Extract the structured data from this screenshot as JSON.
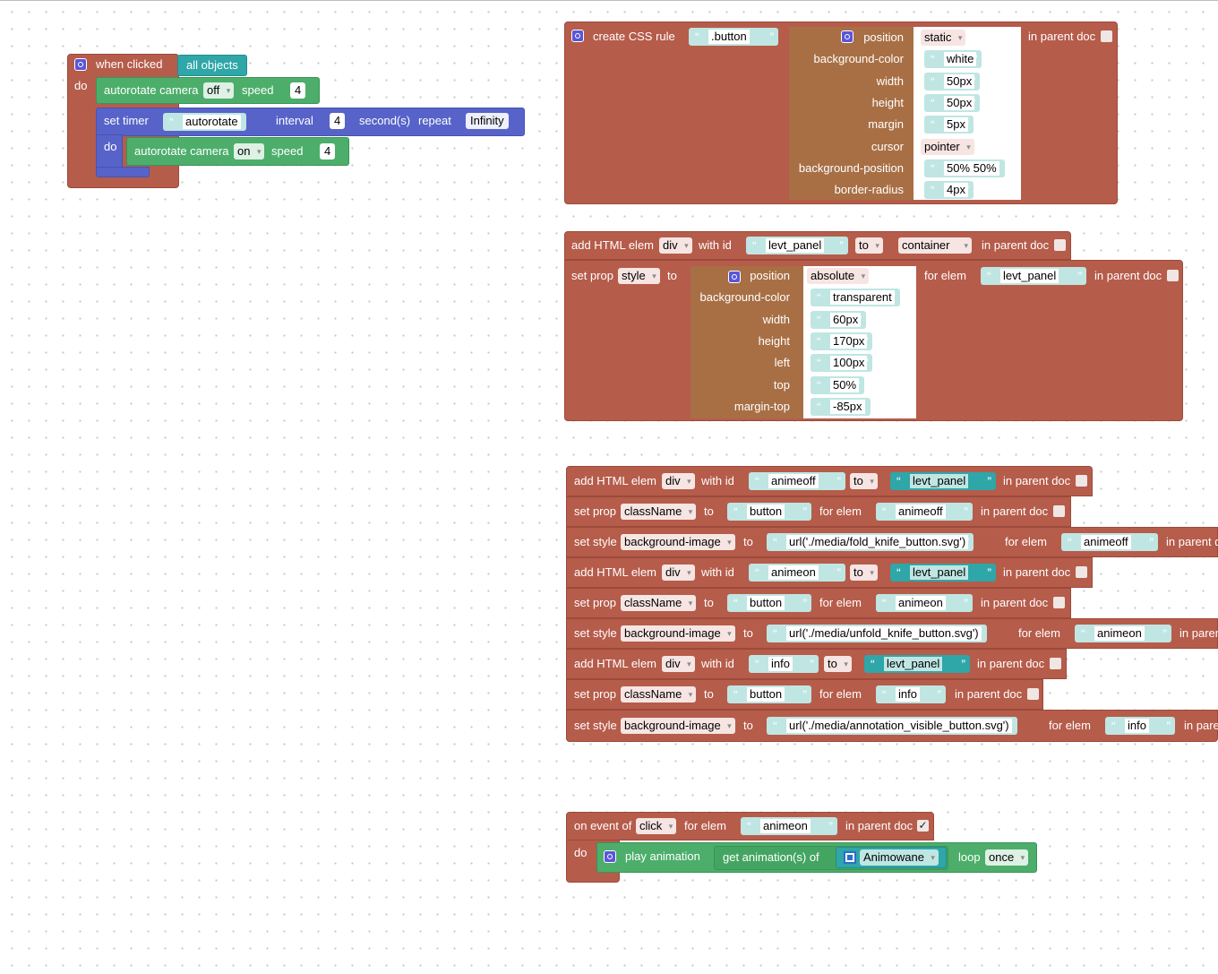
{
  "blocks": {
    "when_clicked": {
      "title": "when clicked",
      "target": "all objects",
      "do": "do",
      "rotate1": {
        "label": "autorotate camera",
        "state": "off",
        "speed_label": "speed",
        "speed": "4"
      },
      "timer": {
        "label": "set timer",
        "name": "autorotate",
        "interval_label": "interval",
        "interval": "4",
        "seconds_label": "second(s)",
        "repeat_label": "repeat",
        "repeat": "Infinity",
        "do": "do"
      },
      "rotate2": {
        "label": "autorotate camera",
        "state": "on",
        "speed_label": "speed",
        "speed": "4"
      }
    },
    "css_rule": {
      "label": "create CSS rule",
      "selector": ".button",
      "in_parent_doc": "in parent doc",
      "props": [
        {
          "name": "position",
          "value": "static",
          "kind": "dropdown"
        },
        {
          "name": "background-color",
          "value": "white",
          "kind": "string"
        },
        {
          "name": "width",
          "value": "50px",
          "kind": "string"
        },
        {
          "name": "height",
          "value": "50px",
          "kind": "string"
        },
        {
          "name": "margin",
          "value": "5px",
          "kind": "string"
        },
        {
          "name": "cursor",
          "value": "pointer",
          "kind": "dropdown"
        },
        {
          "name": "background-position",
          "value": "50% 50%",
          "kind": "string"
        },
        {
          "name": "border-radius",
          "value": "4px",
          "kind": "string"
        }
      ]
    },
    "panel": {
      "add": {
        "label": "add HTML elem",
        "tag": "div",
        "with_id": "with id",
        "id": "levt_panel",
        "to": "to",
        "parent": "container",
        "in_parent_doc": "in parent doc"
      },
      "setprop": {
        "label": "set prop",
        "prop": "style",
        "to": "to",
        "for_elem": "for elem",
        "elem": "levt_panel",
        "in_parent_doc": "in parent doc",
        "props": [
          {
            "name": "position",
            "value": "absolute",
            "kind": "dropdown"
          },
          {
            "name": "background-color",
            "value": "transparent",
            "kind": "string"
          },
          {
            "name": "width",
            "value": "60px",
            "kind": "string"
          },
          {
            "name": "height",
            "value": "170px",
            "kind": "string"
          },
          {
            "name": "left",
            "value": "100px",
            "kind": "string"
          },
          {
            "name": "top",
            "value": "50%",
            "kind": "string"
          },
          {
            "name": "margin-top",
            "value": "-85px",
            "kind": "string"
          }
        ]
      }
    },
    "buttons": {
      "r0": {
        "label": "add HTML elem",
        "tag": "div",
        "with_id": "with id",
        "id": "animeoff",
        "to": "to",
        "parent": "levt_panel",
        "in_parent_doc": "in parent doc"
      },
      "r1": {
        "label": "set prop",
        "prop": "className",
        "to": "to",
        "value": "button",
        "for_elem": "for elem",
        "elem": "animeoff",
        "in_parent_doc": "in parent doc"
      },
      "r2": {
        "label": "set style",
        "prop": "background-image",
        "to": "to",
        "value": "url('./media/fold_knife_button.svg')",
        "for_elem": "for elem",
        "elem": "animeoff",
        "in_parent_doc": "in parent doc"
      },
      "r3": {
        "label": "add HTML elem",
        "tag": "div",
        "with_id": "with id",
        "id": "animeon",
        "to": "to",
        "parent": "levt_panel",
        "in_parent_doc": "in parent doc"
      },
      "r4": {
        "label": "set prop",
        "prop": "className",
        "to": "to",
        "value": "button",
        "for_elem": "for elem",
        "elem": "animeon",
        "in_parent_doc": "in parent doc"
      },
      "r5": {
        "label": "set style",
        "prop": "background-image",
        "to": "to",
        "value": "url('./media/unfold_knife_button.svg')",
        "for_elem": "for elem",
        "elem": "animeon",
        "in_parent_doc": "in parent doc"
      },
      "r6": {
        "label": "add HTML elem",
        "tag": "div",
        "with_id": "with id",
        "id": "info",
        "to": "to",
        "parent": "levt_panel",
        "in_parent_doc": "in parent doc"
      },
      "r7": {
        "label": "set prop",
        "prop": "className",
        "to": "to",
        "value": "button",
        "for_elem": "for elem",
        "elem": "info",
        "in_parent_doc": "in parent doc"
      },
      "r8": {
        "label": "set style",
        "prop": "background-image",
        "to": "to",
        "value": "url('./media/annotation_visible_button.svg')",
        "for_elem": "for elem",
        "elem": "info",
        "in_parent_doc": "in parent doc"
      }
    },
    "event": {
      "label": "on event of",
      "event": "click",
      "for_elem": "for elem",
      "elem": "animeon",
      "in_parent_doc": "in parent doc",
      "checked": "✓",
      "do": "do",
      "play": "play animation",
      "get": "get animation(s) of",
      "object": "Animowane",
      "loop_label": "loop",
      "loop": "once"
    }
  },
  "colors": {
    "brick": "#b65c4b",
    "green": "#4cae6a",
    "blue": "#5763c9",
    "teal": "#2fa6a8",
    "tan": "#a86f45",
    "string_field": "#bfe6e3"
  }
}
